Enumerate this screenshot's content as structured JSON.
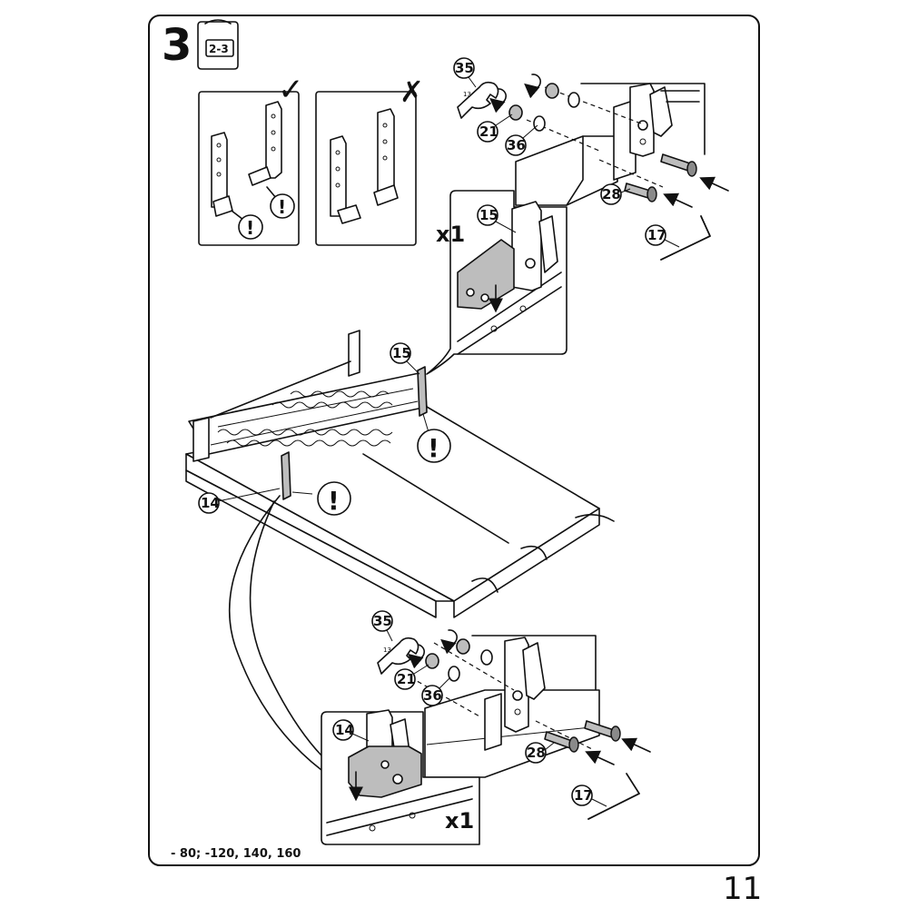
{
  "step": {
    "number": "3",
    "people_icon_label": "2-3"
  },
  "page_number": "11",
  "footnote": "- 80; -120, 140, 160",
  "multipliers": {
    "top_detail": "x1",
    "bottom_detail": "x1"
  },
  "part_callouts": {
    "p35_top": "35",
    "p21_top": "21",
    "p36_top": "36",
    "p28_top": "28",
    "p17_top": "17",
    "p15_detail": "15",
    "p15_main": "15",
    "p14_main": "14",
    "p35_bottom": "35",
    "p21_bottom": "21",
    "p36_bottom": "36",
    "p28_bottom": "28",
    "p17_bottom": "17",
    "p14_detail": "14"
  },
  "warnings": {
    "mark": "!",
    "correct_symbol": "✓",
    "wrong_symbol": "✗"
  },
  "wrench_size": {
    "top": "13",
    "bottom": "13"
  }
}
